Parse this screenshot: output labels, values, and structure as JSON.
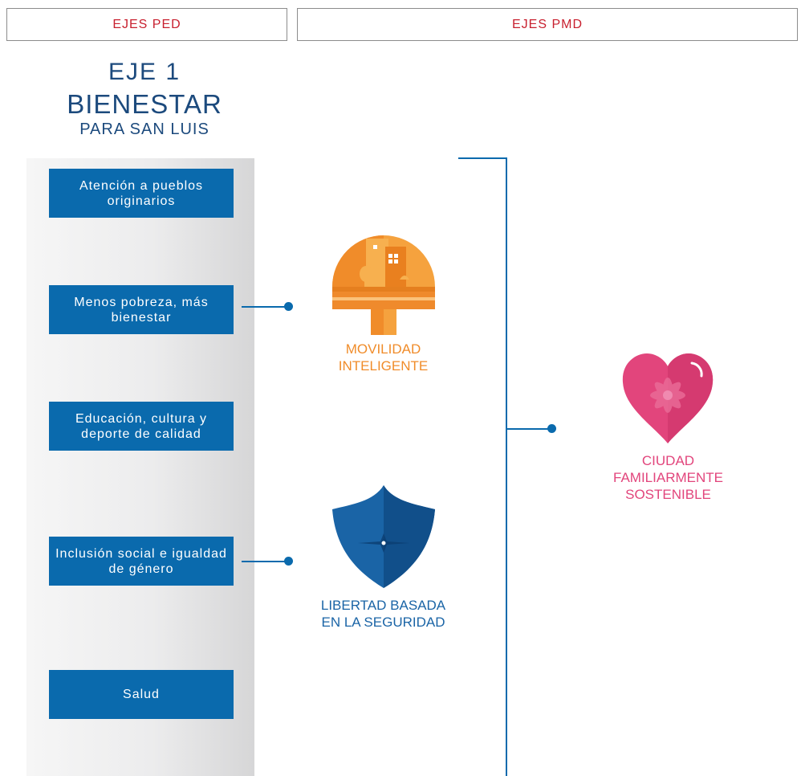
{
  "headers": {
    "ped": "EJES PED",
    "pmd": "EJES PMD"
  },
  "eje": {
    "number": "EJE 1",
    "name": "BIENESTAR",
    "subtitle": "PARA SAN LUIS"
  },
  "ped_items": [
    "Atención a pueblos originarios",
    "Menos pobreza, más bienestar",
    "Educación, cultura y deporte de calidad",
    "Inclusión social e igualdad de género",
    "Salud"
  ],
  "pmd_items": {
    "movilidad": {
      "line1": "MOVILIDAD",
      "line2": "INTELIGENTE",
      "icon": "city-road-icon"
    },
    "seguridad": {
      "line1": "LIBERTAD BASADA",
      "line2": "EN LA SEGURIDAD",
      "icon": "shield-icon"
    },
    "ciudad": {
      "line1": "CIUDAD",
      "line2": "FAMILIARMENTE",
      "line3": "SOSTENIBLE",
      "icon": "heart-icon"
    }
  },
  "colors": {
    "header_text": "#c8202f",
    "title_blue": "#1c4a7d",
    "box_blue": "#0a6aad",
    "movilidad_orange": "#f08c2a",
    "seguridad_blue": "#1a64a6",
    "ciudad_pink": "#e2457c"
  }
}
